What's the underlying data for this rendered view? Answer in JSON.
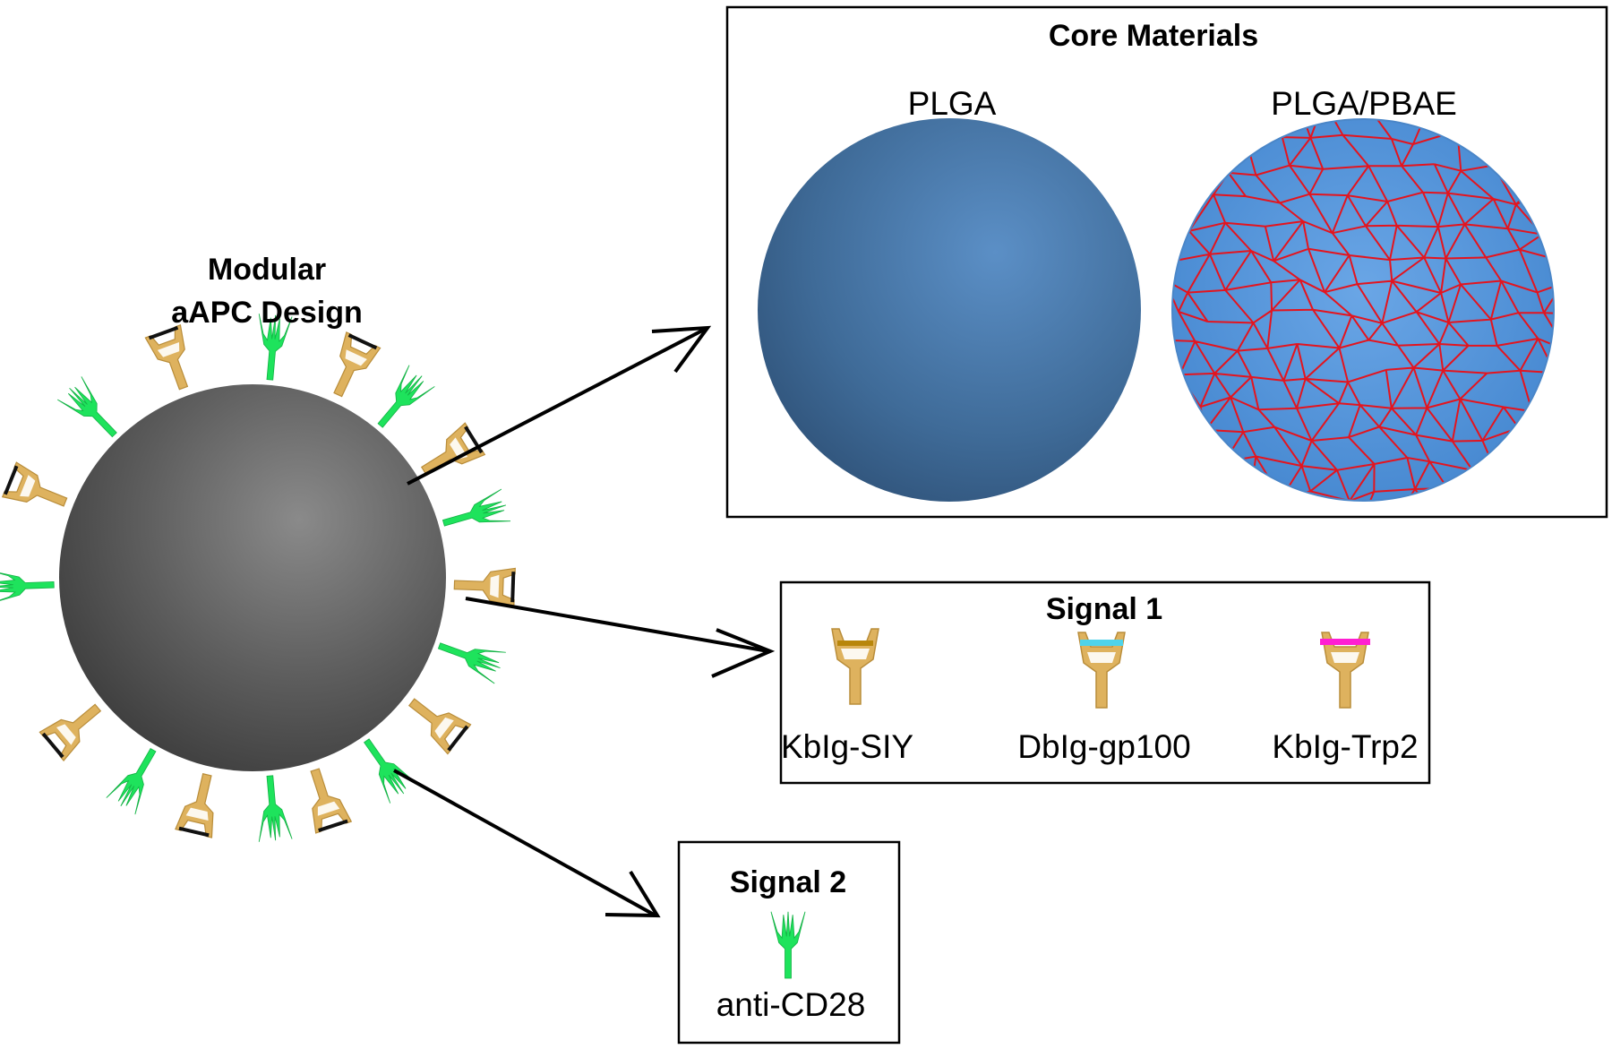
{
  "title": {
    "line1": "Modular",
    "line2": "aAPC Design"
  },
  "core_materials": {
    "title": "Core Materials",
    "items": [
      {
        "label": "PLGA"
      },
      {
        "label": "PLGA/PBAE"
      }
    ]
  },
  "signal1": {
    "title": "Signal 1",
    "items": [
      {
        "label": "KbIg-SIY",
        "peptide_color": "#b8860b"
      },
      {
        "label": "DbIg-gp100",
        "peptide_color": "#4fd3ea"
      },
      {
        "label": "KbIg-Trp2",
        "peptide_color": "#ff1fd2"
      }
    ]
  },
  "signal2": {
    "title": "Signal 2",
    "items": [
      {
        "label": "anti-CD28"
      }
    ]
  },
  "colors": {
    "mhc_tan": "#deb25e",
    "antibody_green": "#1ee35c",
    "particle_gray": "#5a5a5a",
    "plga_blue": "#3f6e9c",
    "pbae_blue": "#4f8fd2",
    "pbae_mesh": "#e4141e"
  }
}
